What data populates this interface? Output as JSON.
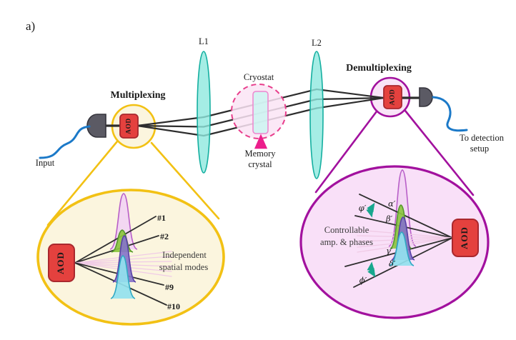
{
  "figure": {
    "panel_label": "a)"
  },
  "main_setup": {
    "multiplexing_label": "Multiplexing",
    "demultiplexing_label": "Demultiplexing",
    "lens1_label": "L1",
    "lens2_label": "L2",
    "cryostat_label": "Cryostat",
    "memory_crystal_label": {
      "line1": "Memory",
      "line2": "crystal"
    },
    "input_label": "Input",
    "detection_label": {
      "line1": "To detection",
      "line2": "setup"
    },
    "mux_aod_label": "AOD",
    "demux_aod_label": "AOD"
  },
  "multiplexing_inset": {
    "aod_label": "AOD",
    "mode_labels": [
      "#1",
      "#2",
      "#9",
      "#10"
    ],
    "caption": {
      "line1": "Independent",
      "line2": "spatial modes"
    }
  },
  "demultiplexing_inset": {
    "aod_label": "AOD",
    "caption": {
      "line1": "Controllable",
      "line2": "amp. & phases"
    },
    "angle_span_top": "φ′",
    "angle_span_bottom": "ϕ′",
    "beam_angle_labels": [
      "α′",
      "β′",
      "γ′",
      "δ′"
    ]
  },
  "colors": {
    "accent_yellow": "#F2C114",
    "accent_purple": "#A2119E",
    "mux_circle_fill": "#FBF5DE",
    "demux_circle_fill": "#F9E4F7",
    "mux_inset_fill": "#FBF5DE",
    "demux_inset_fill": "#F9E0F8",
    "aod_red": "#E4413E",
    "aod_border": "#A9282E",
    "lens_cyan": "#8FE9DE",
    "lens_border": "#14AFA0",
    "cryostat_dash_pink": "#E83E8C",
    "cryostat_fill": "#FAE4F4",
    "crystal_fill": "#C9F5F1",
    "crystal_border": "#EE86CE",
    "fiber_blue": "#1B79C8",
    "connector_gray": "#5B5A64",
    "beam_black": "#2D2D2D",
    "peak_lavender_fill": "#F2D4F3",
    "peak_lavender_stroke": "#B85FC8",
    "peak_green_fill": "#8CC63F",
    "peak_green_stroke": "#55982C",
    "peak_indigo_fill": "#8674C8",
    "peak_indigo_stroke": "#5940A8",
    "peak_cyan_fill": "#93E1EE",
    "peak_cyan_stroke": "#2FA8C4",
    "angle_arrow_teal": "#18A78E",
    "memory_arrow_pink": "#EC1E8C"
  }
}
